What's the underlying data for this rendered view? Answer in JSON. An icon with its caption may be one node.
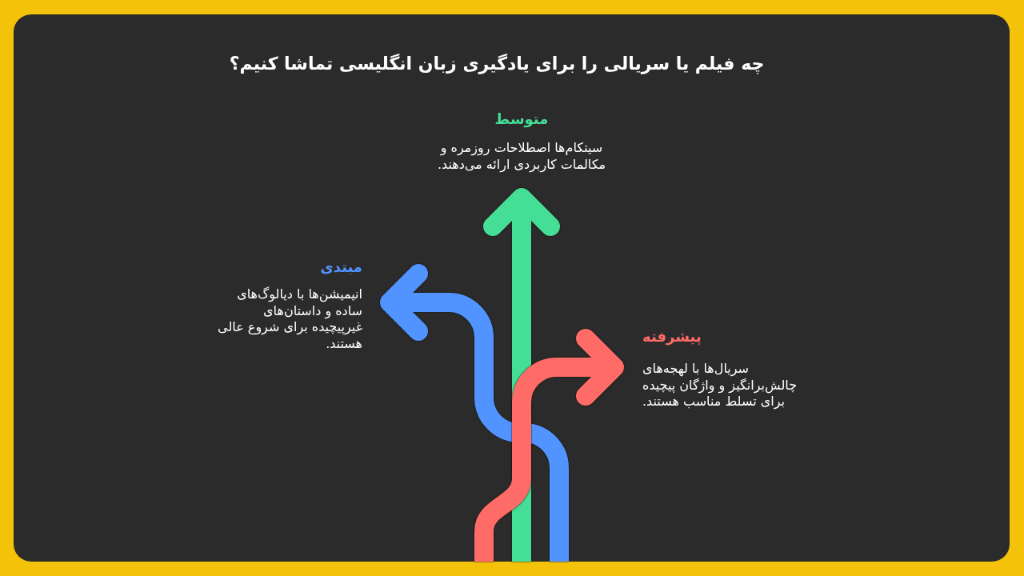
{
  "diagram": {
    "title": "چه فیلم یا سریالی را برای یادگیری زبان انگلیسی تماشا کنیم؟",
    "nodes": [
      {
        "text": [
          "متوسط",
          "سیتکام‌ها اصطلاحات روزمره و مکالمات کاربردی ارائه می‌دهند."
        ]
      },
      {
        "text": [
          "مبتدی",
          "انیمیشن‌ها با دیالوگ‌های ساده و داستان‌های غیرپیچیده برای شروع عالی هستند."
        ]
      },
      {
        "text": [
          "پیشرفته",
          "سریال‌ها با لهجه‌های چالش‌برانگیز و واژگان پیچیده برای تسلط مناسب هستند."
        ]
      }
    ],
    "edges": [
      {
        "from": null,
        "to": 0,
        "arrow": "to",
        "color": "#45de96"
      },
      {
        "from": null,
        "to": 1,
        "arrow": "to",
        "color": "#5294ff"
      },
      {
        "from": null,
        "to": 2,
        "arrow": "to",
        "color": "#ff6b66"
      }
    ]
  }
}
